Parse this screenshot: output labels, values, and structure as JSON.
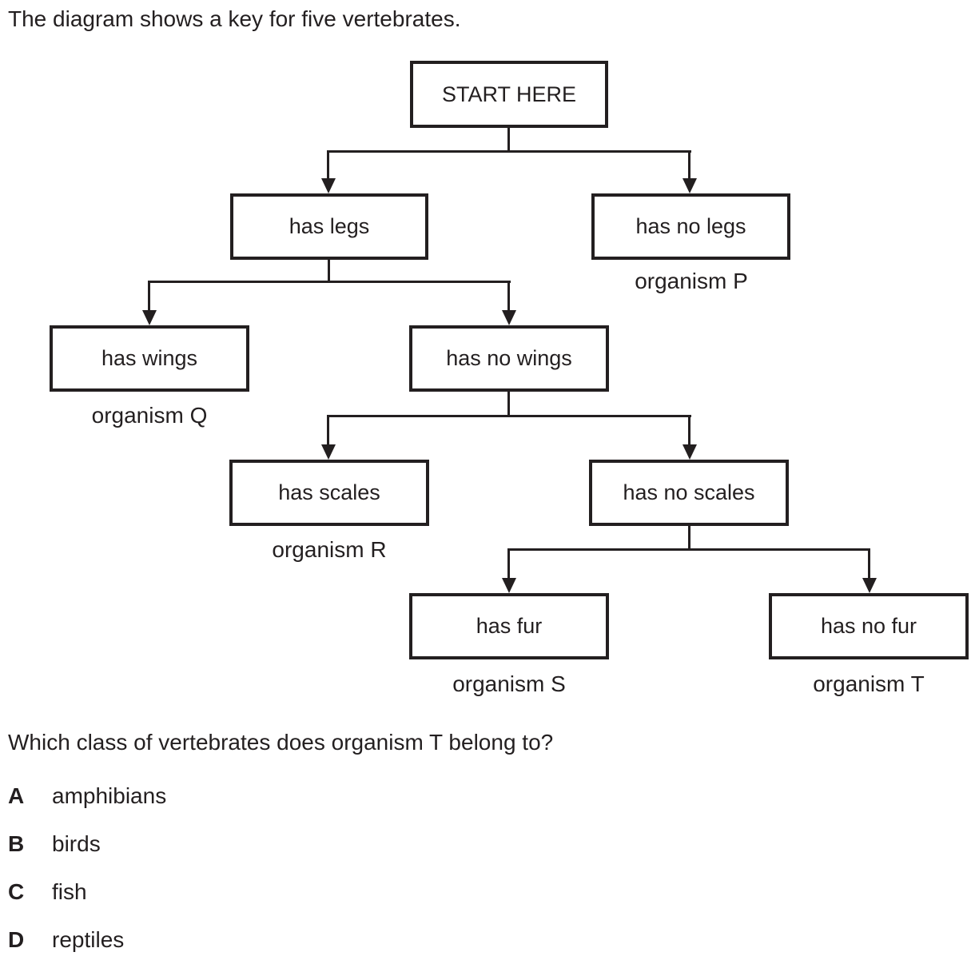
{
  "intro": "The diagram shows a key for five vertebrates.",
  "diagram": {
    "nodes": {
      "start": "START HERE",
      "has_legs": "has legs",
      "has_no_legs": "has no legs",
      "has_wings": "has wings",
      "has_no_wings": "has no wings",
      "has_scales": "has scales",
      "has_no_scales": "has no scales",
      "has_fur": "has fur",
      "has_no_fur": "has no fur"
    },
    "organisms": {
      "p": "organism P",
      "q": "organism Q",
      "r": "organism R",
      "s": "organism S",
      "t": "organism T"
    }
  },
  "question": "Which class of vertebrates does organism T belong to?",
  "options": [
    {
      "letter": "A",
      "text": "amphibians"
    },
    {
      "letter": "B",
      "text": "birds"
    },
    {
      "letter": "C",
      "text": "fish"
    },
    {
      "letter": "D",
      "text": "reptiles"
    }
  ],
  "colors": {
    "ink": "#231f20",
    "background": "#ffffff"
  }
}
